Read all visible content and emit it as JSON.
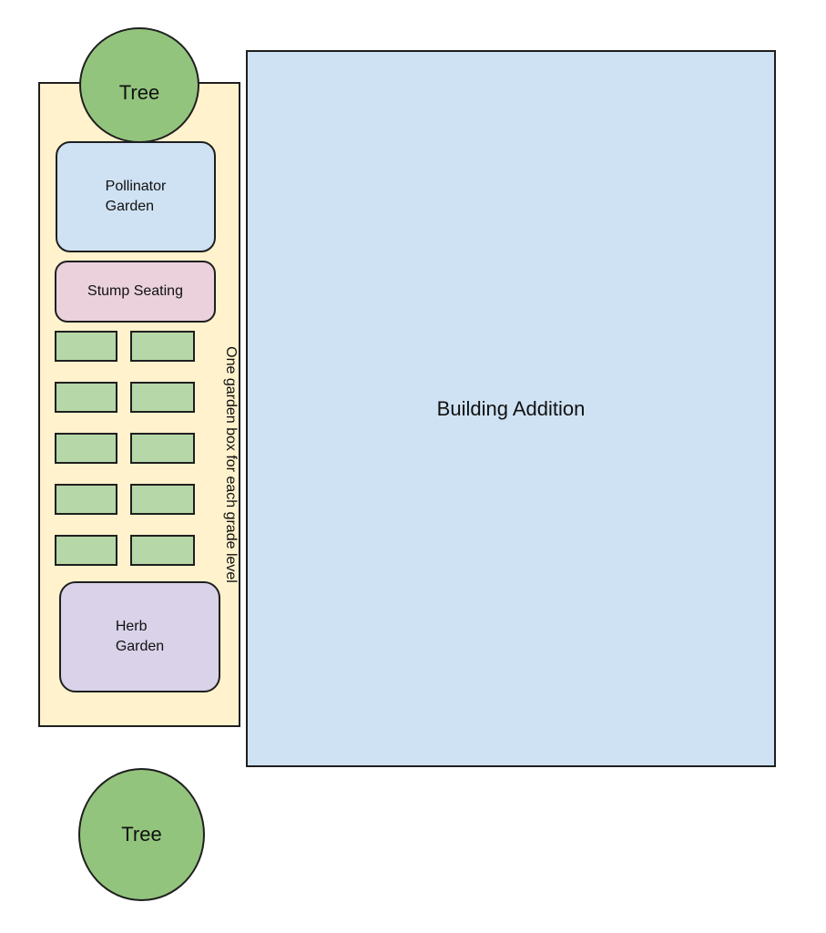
{
  "palette": {
    "background": "#ffffff",
    "outline": "#1f1f1f",
    "tree_green": "#93c47d",
    "garden_yellow": "#fff2cc",
    "zone_blue": "#cfe2f3",
    "zone_pink": "#ead1dc",
    "zone_purple": "#d9d2e9",
    "box_green": "#b6d7a8"
  },
  "plan": {
    "tree_top_label": "Tree",
    "tree_bottom_label": "Tree",
    "building_label": "Building Addition",
    "pollinator_label": "Pollinator Garden",
    "stump_label": "Stump Seating",
    "herb_label": "Herb Garden",
    "garden_note_vertical": "One garden box for each grade level",
    "garden_boxes": {
      "count": 10
    }
  }
}
